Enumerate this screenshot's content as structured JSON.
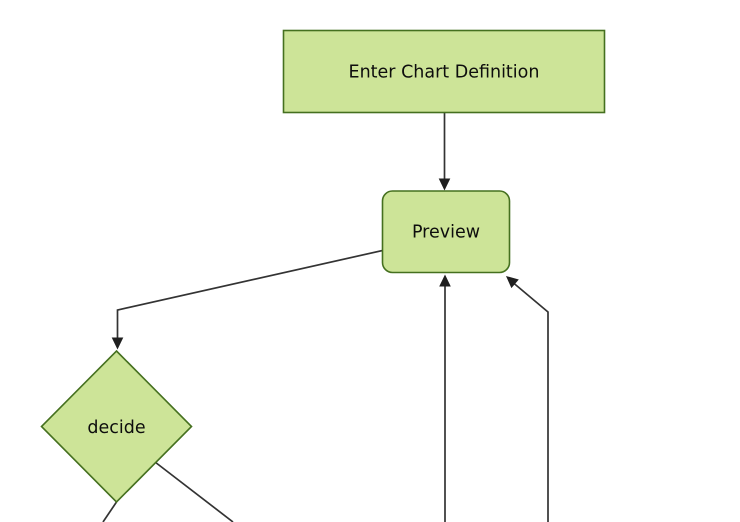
{
  "diagram": {
    "type": "flowchart",
    "direction": "top-down",
    "background": "#ffffff",
    "colors": {
      "node_fill": "#cde498",
      "node_stroke": "#45701f",
      "edge_stroke": "#333333",
      "arrowhead_fill": "#1f1f1f",
      "label_color": "#0d0d0d"
    },
    "nodes": [
      {
        "id": "enter-chart-definition",
        "shape": "rectangle",
        "label": "Enter Chart Definition"
      },
      {
        "id": "preview",
        "shape": "rounded-rectangle",
        "label": "Preview"
      },
      {
        "id": "decide",
        "shape": "diamond",
        "label": "decide"
      }
    ],
    "edges": [
      {
        "from": "enter-chart-definition",
        "to": "preview",
        "arrowhead": "into-preview-top"
      },
      {
        "from": "preview",
        "to": "decide",
        "arrowhead": "into-decide-top"
      },
      {
        "from": "offscreen-bottom",
        "to": "preview",
        "arrowhead": "into-preview-bottom"
      },
      {
        "from": "offscreen-bottom-right",
        "to": "preview",
        "arrowhead": "into-preview-bottom-right-corner"
      },
      {
        "from": "decide",
        "to": "offscreen-bottom-left",
        "arrowhead": "none-visible"
      },
      {
        "from": "decide",
        "to": "offscreen-bottom-right",
        "arrowhead": "none-visible"
      }
    ]
  }
}
